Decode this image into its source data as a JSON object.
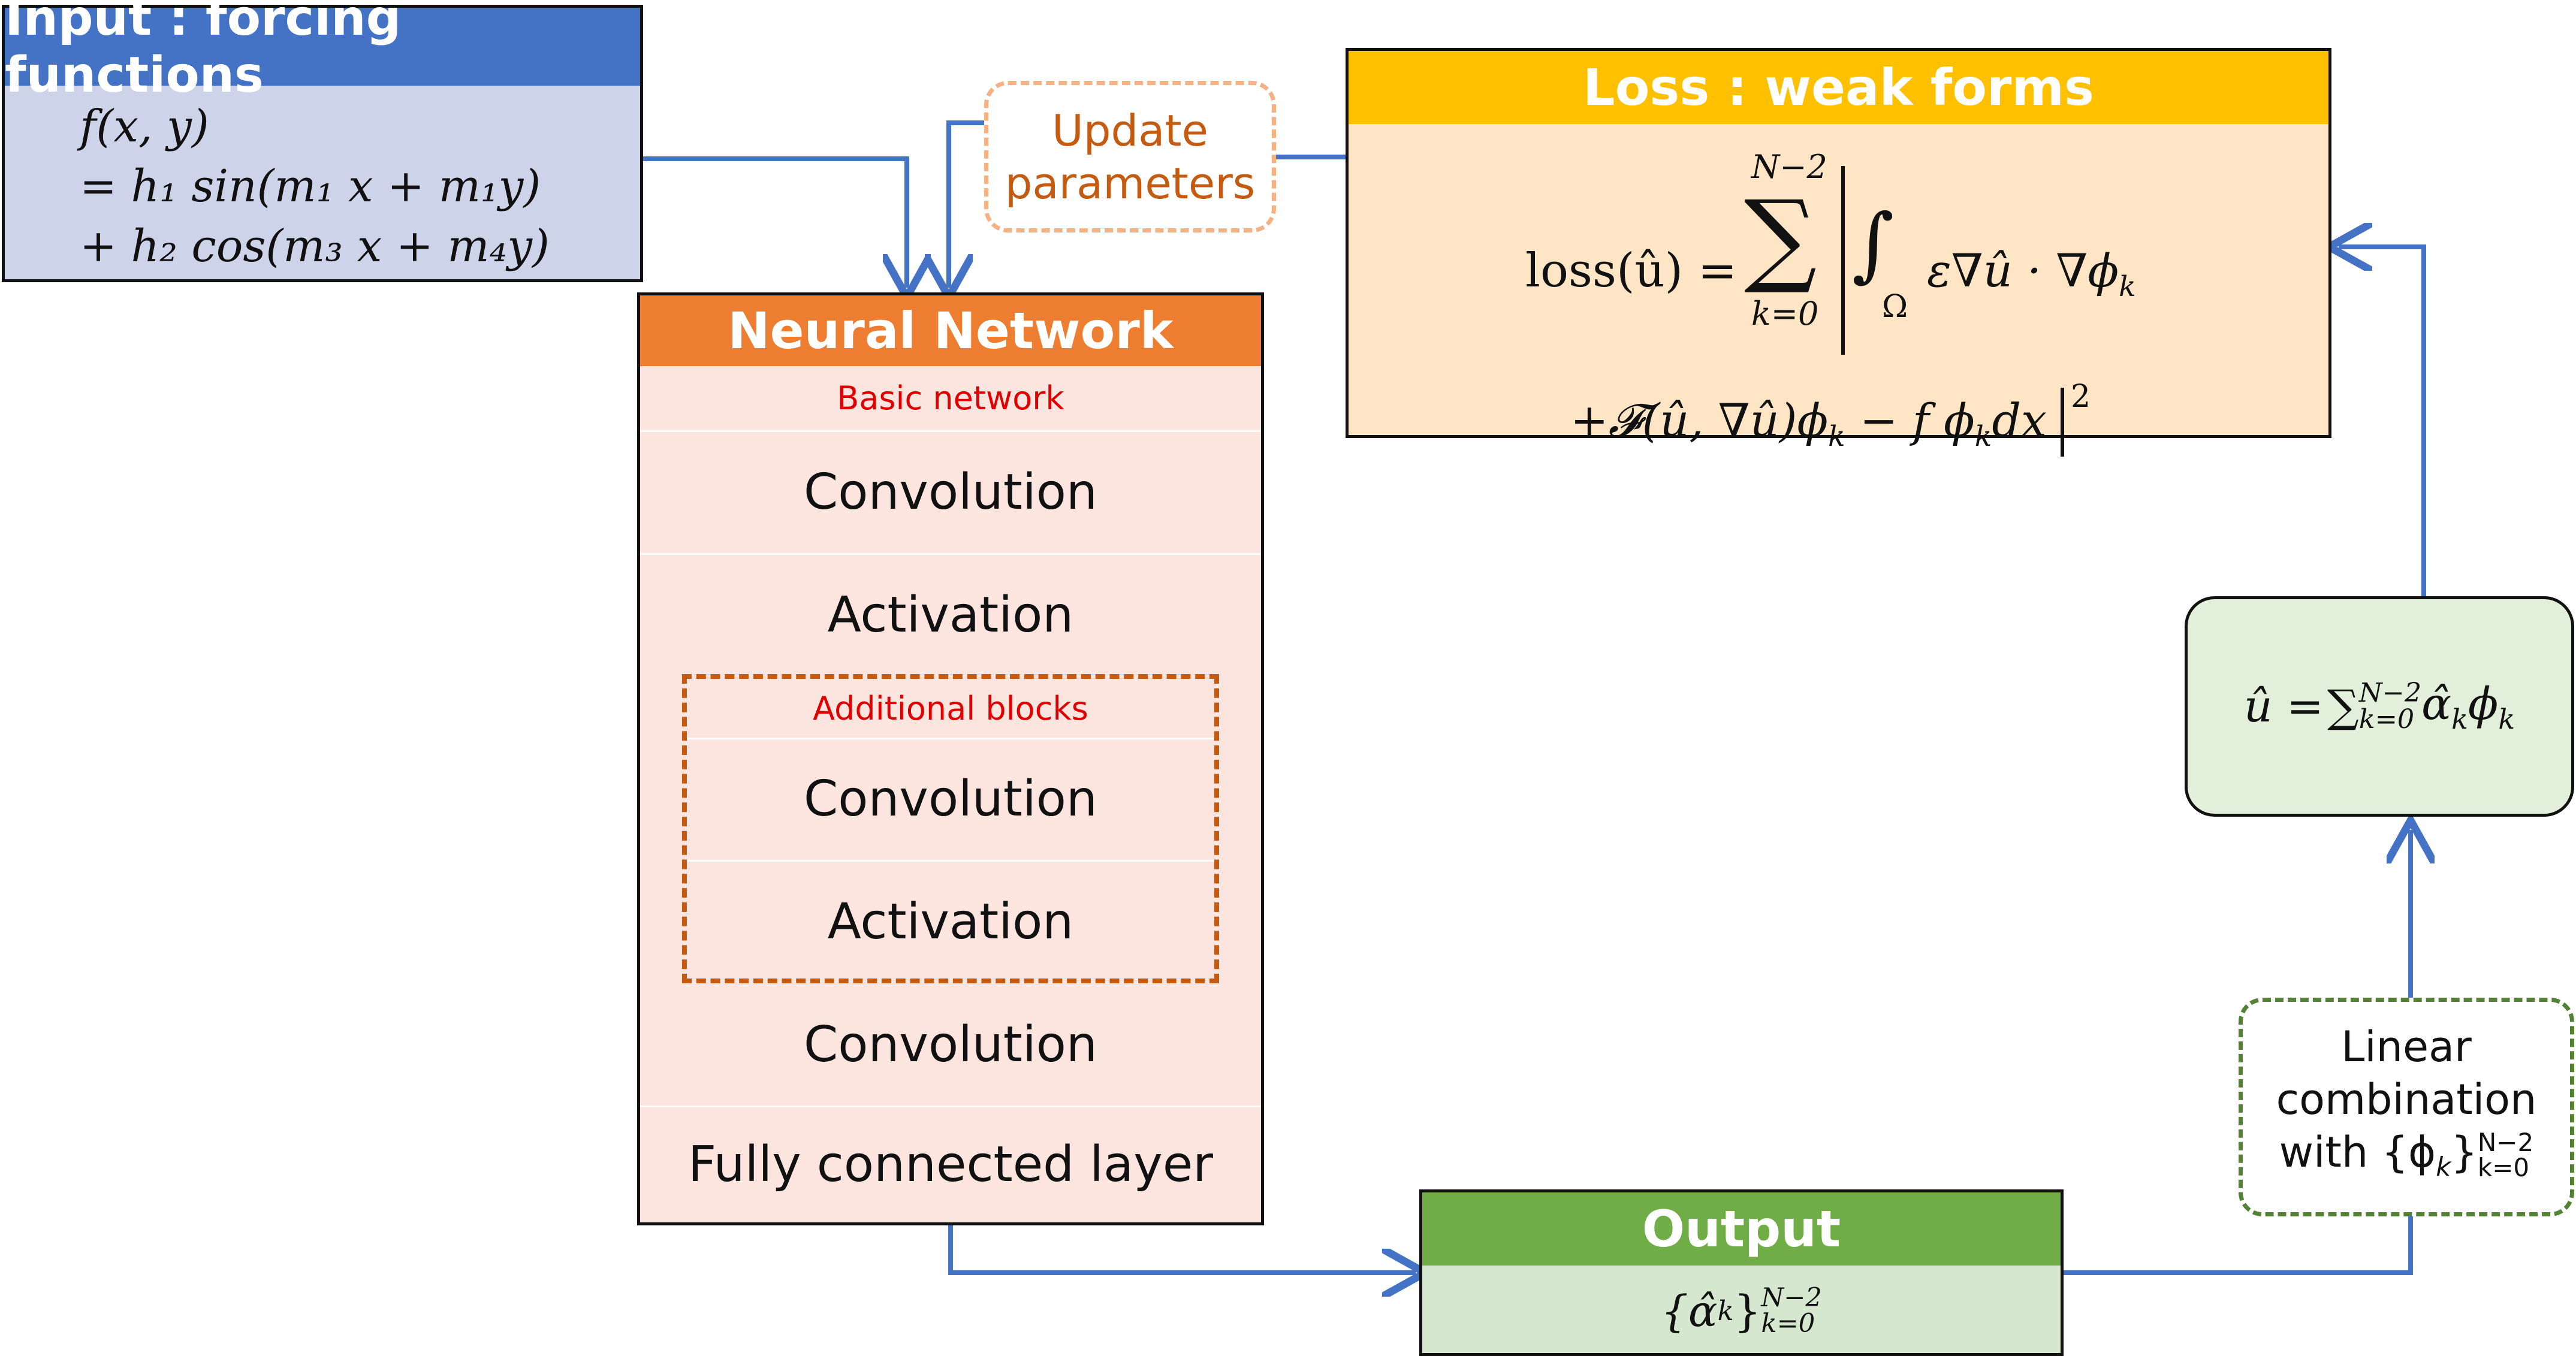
{
  "colors": {
    "arrow": "#4472C4",
    "input_header": "#4472C4",
    "input_body": "#CDD4EA",
    "nn_header": "#ED7D31",
    "nn_body": "#FBE5DE",
    "loss_header": "#FFC000",
    "loss_body": "#FDE5C6",
    "output_header": "#70AD47",
    "output_body": "#D5E8CF",
    "combo_box": "#E2EFDA",
    "red_label": "#E00000",
    "dashed_orange": "#C55A11",
    "update_text": "#C55A11",
    "update_border": "#F4B183",
    "linear_border": "#548235"
  },
  "input": {
    "title": "Input : forcing functions",
    "line1": "f(x, y)",
    "line2_prefix": "= ",
    "line2": "h₁ sin(m₁ x + m₁y)",
    "line3_prefix": "+ ",
    "line3": "h₂ cos(m₃ x + m₄y)"
  },
  "update": {
    "line1": "Update",
    "line2": "parameters"
  },
  "loss": {
    "title": "Loss : weak forms",
    "lhs": "loss(û) =",
    "sum_top": "N−2",
    "sum_symbol": "∑",
    "sum_bottom": "k=0",
    "integral": "∫",
    "integral_sub": "Ω",
    "integrand": "ε∇û · ∇ϕ",
    "integrand_sub": "k",
    "line2": "+𝓕(û, ∇û)ϕ",
    "line2_sub1": "k",
    "line2_mid": " − f ϕ",
    "line2_sub2": "k",
    "line2_end": "dx",
    "power": "2"
  },
  "neural_network": {
    "title": "Neural Network",
    "basic_label": "Basic network",
    "layers": [
      "Convolution",
      "Activation",
      "Convolution",
      "Activation",
      "Convolution",
      "Fully connected layer"
    ],
    "additional_label": "Additional blocks"
  },
  "combo": {
    "lhs": "û =",
    "sum": "∑",
    "sum_top": "N−2",
    "sum_bottom": "k=0",
    "term": " α̂",
    "term_sub1": "k",
    "term2": "ϕ",
    "term_sub2": "k"
  },
  "linear": {
    "line1": "Linear",
    "line2": "combination",
    "line3": "with {ϕ",
    "line3_sub": "k",
    "line3_close": "}",
    "line3_top": "N−2",
    "line3_bottom": "k=0"
  },
  "output": {
    "title": "Output",
    "value": "{α̂",
    "value_sub": "k",
    "value_close": "}",
    "value_top": "N−2",
    "value_bottom": "k=0"
  }
}
